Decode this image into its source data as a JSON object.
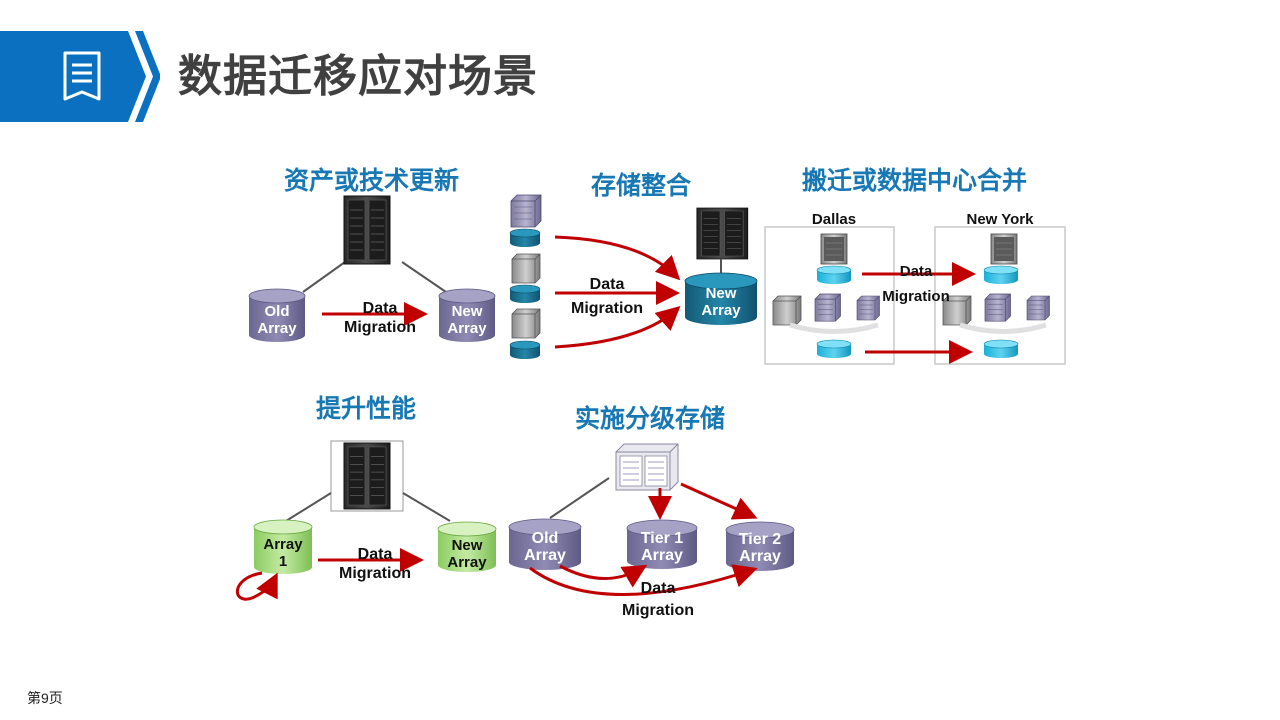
{
  "page": {
    "title": "数据迁移应对场景",
    "page_number": "第9页"
  },
  "sections": {
    "refresh": {
      "title": "资产或技术更新",
      "old": "Old\nArray",
      "new": "New\nArray",
      "migration": "Data\nMigration"
    },
    "consolidation": {
      "title": "存储整合",
      "new": "New\nArray",
      "migration": "Data\nMigration"
    },
    "relocation": {
      "title": "搬迁或数据中心合并",
      "site_a": "Dallas",
      "site_b": "New York",
      "migration": "Data\nMigration"
    },
    "performance": {
      "title": "提升性能",
      "array1": "Array\n1",
      "new": "New\nArray",
      "migration": "Data\nMigration"
    },
    "tiering": {
      "title": "实施分级存储",
      "old": "Old\nArray",
      "tier1": "Tier 1\nArray",
      "tier2": "Tier 2\nArray",
      "migration": "Data\nMigration"
    }
  },
  "icons": [
    "document-icon",
    "server-icon",
    "storage-array-icon",
    "blade-server-icon"
  ],
  "colors": {
    "accent_blue": "#1878b4",
    "arrow_red": "#c00000",
    "purple_cyl": "#7a76a0",
    "teal_cyl": "#1a6b8a",
    "green_cyl": "#9fd67a"
  }
}
